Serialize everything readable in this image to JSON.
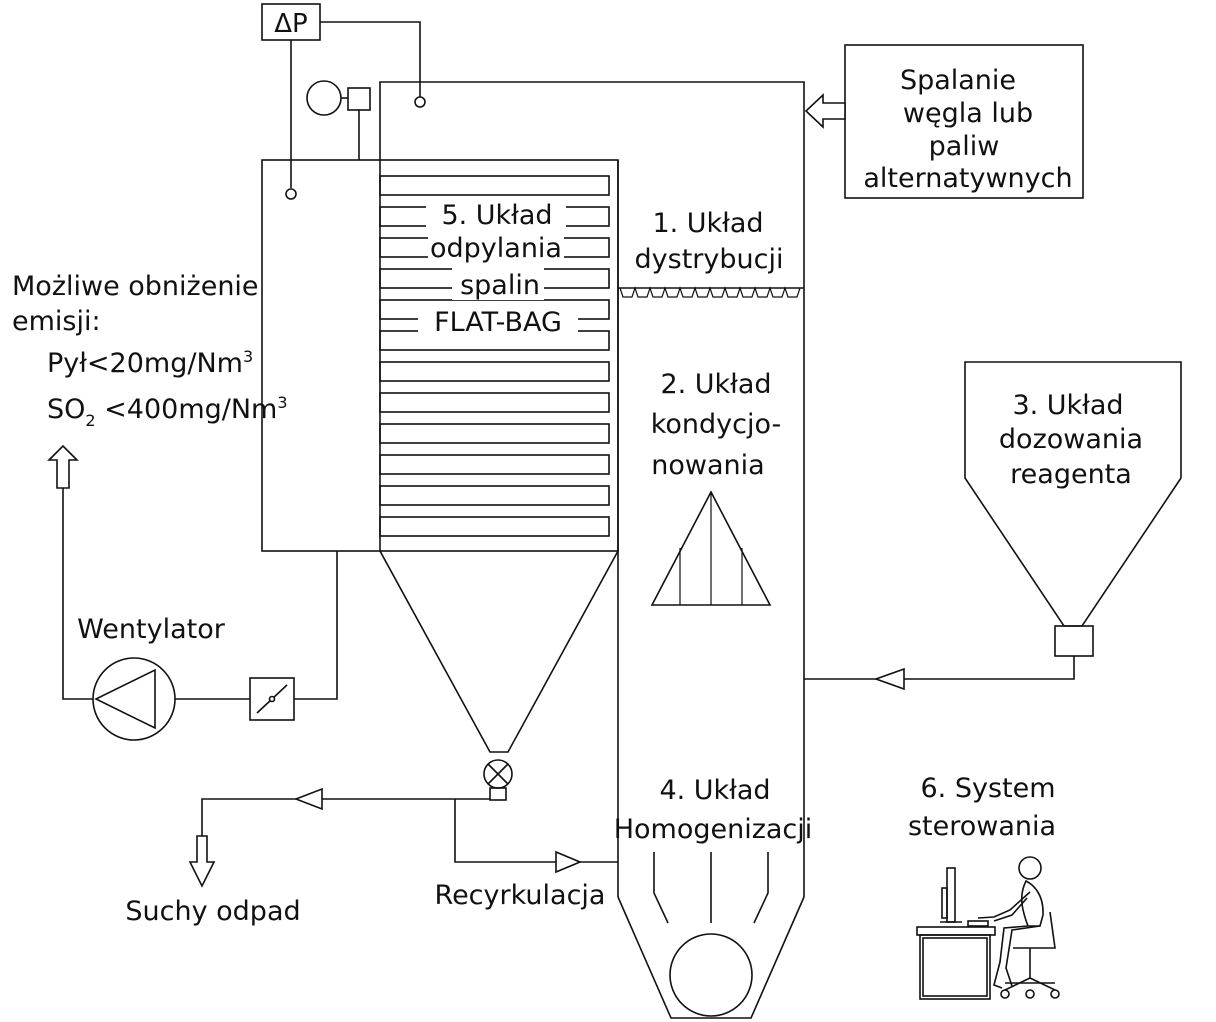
{
  "delta_p": "ΔP",
  "combustion": {
    "lines": [
      "Spalanie",
      "węgla lub",
      "paliw",
      "alternatywnych"
    ]
  },
  "filter": {
    "lines": [
      "5. Układ",
      "odpylania",
      "spalin",
      "FLAT-BAG"
    ]
  },
  "distribution": {
    "lines": [
      "1. Układ",
      "dystrybucji"
    ]
  },
  "conditioning": {
    "lines": [
      "2. Układ",
      "kondycjo-",
      "nowania"
    ]
  },
  "dosing": {
    "lines": [
      "3. Układ",
      "dozowania",
      "reagenta"
    ]
  },
  "homogenization": {
    "lines": [
      "4. Układ",
      "Homogenizacji"
    ]
  },
  "control": {
    "lines": [
      "6. System",
      "sterowania"
    ]
  },
  "emissions": {
    "line1": "Możliwe obniżenie",
    "line2": "emisji:",
    "dust_prefix": "Pył<20mg/Nm",
    "dust_sup": "3",
    "so2_prefix": "SO",
    "so2_sub": "2",
    "so2_value": " <400mg/Nm",
    "so2_sup": "3"
  },
  "labels": {
    "fan": "Wentylator",
    "dry_waste": "Suchy odpad",
    "recirculation": "Recyrkulacja"
  }
}
